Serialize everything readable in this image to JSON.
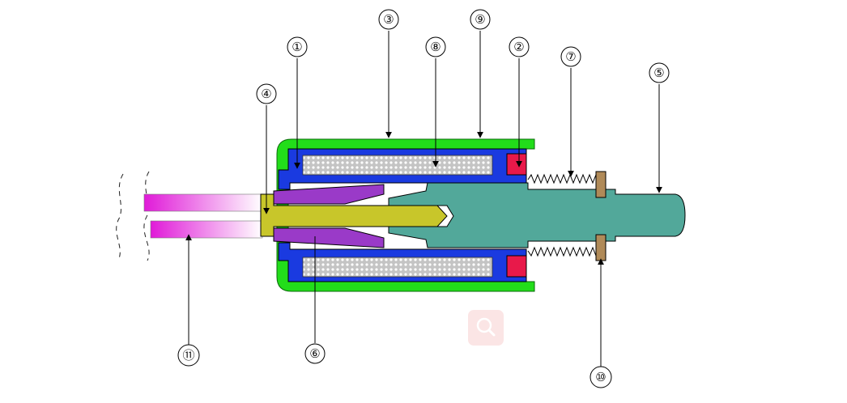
{
  "callouts": [
    "①",
    "②",
    "③",
    "④",
    "⑤",
    "⑥",
    "⑦",
    "⑧",
    "⑨",
    "⑩",
    "⑪"
  ],
  "colors": {
    "housing": "#22dd1a",
    "coil_bobbin": "#1a3ae0",
    "coil_winding": "#9a9a9a",
    "seal": "#e8194a",
    "pole_piece": "#9a3ac8",
    "push_rod": "#c8c62a",
    "plunger": "#52a89a",
    "retaining_washer": "#b08a58",
    "lead_wires": "#e01ad8",
    "arrows": "#000000"
  },
  "icons": {
    "overlay": "search-icon"
  }
}
